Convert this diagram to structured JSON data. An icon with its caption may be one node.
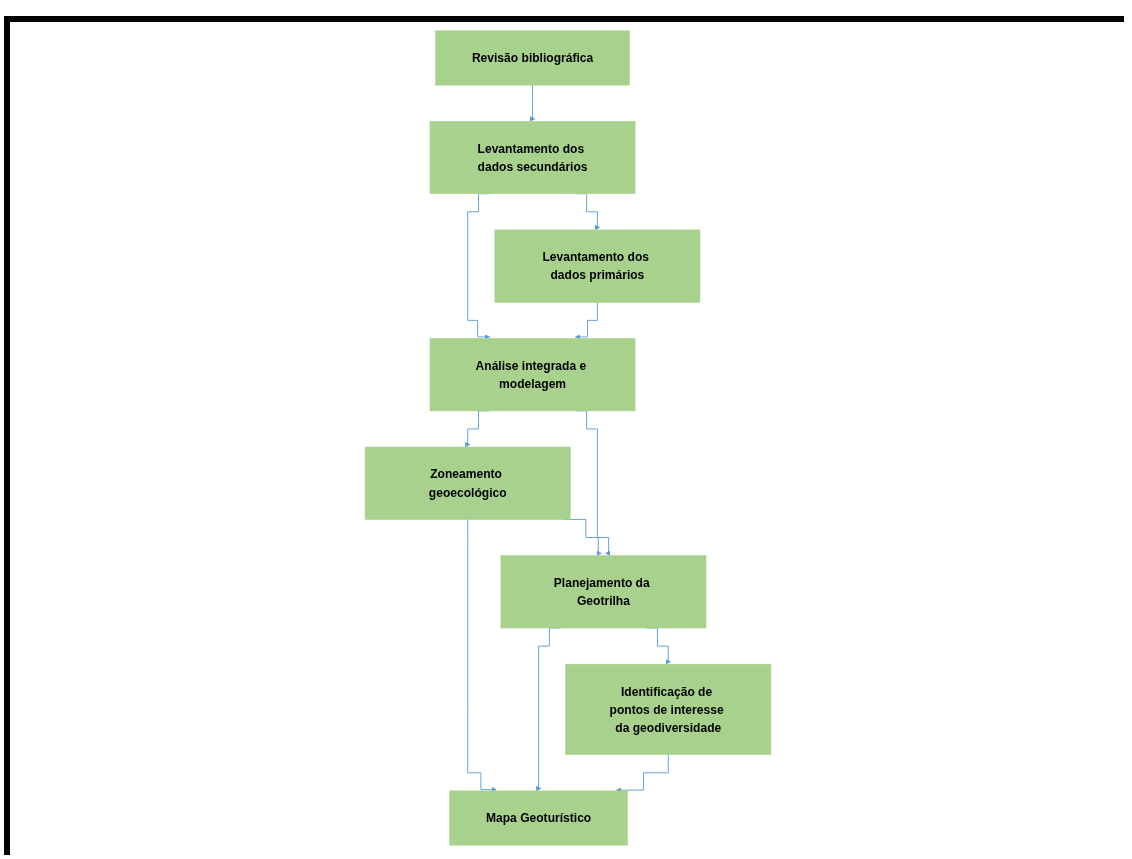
{
  "diagram": {
    "nodes": [
      {
        "text": [
          "Revisão bibliográfica"
        ]
      },
      {
        "text": [
          "Levantamento dos dados secundários"
        ]
      },
      {
        "text": [
          "Levantamento dos dados primários"
        ]
      },
      {
        "text": [
          "Análise integrada e modelagem"
        ]
      },
      {
        "text": [
          "Zoneamento geoecológico"
        ]
      },
      {
        "text": [
          "Planejamento da Geotrilha"
        ]
      },
      {
        "text": [
          "Identificação de pontos de interesse da geodiversidade"
        ]
      },
      {
        "text": [
          "Mapa Geoturístico"
        ]
      }
    ],
    "edges": [
      {
        "from": 0,
        "to": 1,
        "arrow": "to"
      },
      {
        "from": 1,
        "to": 2,
        "arrow": "to"
      },
      {
        "from": 1,
        "to": 3,
        "arrow": "to"
      },
      {
        "from": 2,
        "to": 3,
        "arrow": "to"
      },
      {
        "from": 3,
        "to": 4,
        "arrow": "to"
      },
      {
        "from": 3,
        "to": 5,
        "arrow": "to"
      },
      {
        "from": 4,
        "to": 5,
        "arrow": "to"
      },
      {
        "from": 5,
        "to": 6,
        "arrow": "to"
      },
      {
        "from": 4,
        "to": 7,
        "arrow": "to"
      },
      {
        "from": 5,
        "to": 7,
        "arrow": "to"
      },
      {
        "from": 6,
        "to": 7,
        "arrow": "to"
      }
    ]
  }
}
